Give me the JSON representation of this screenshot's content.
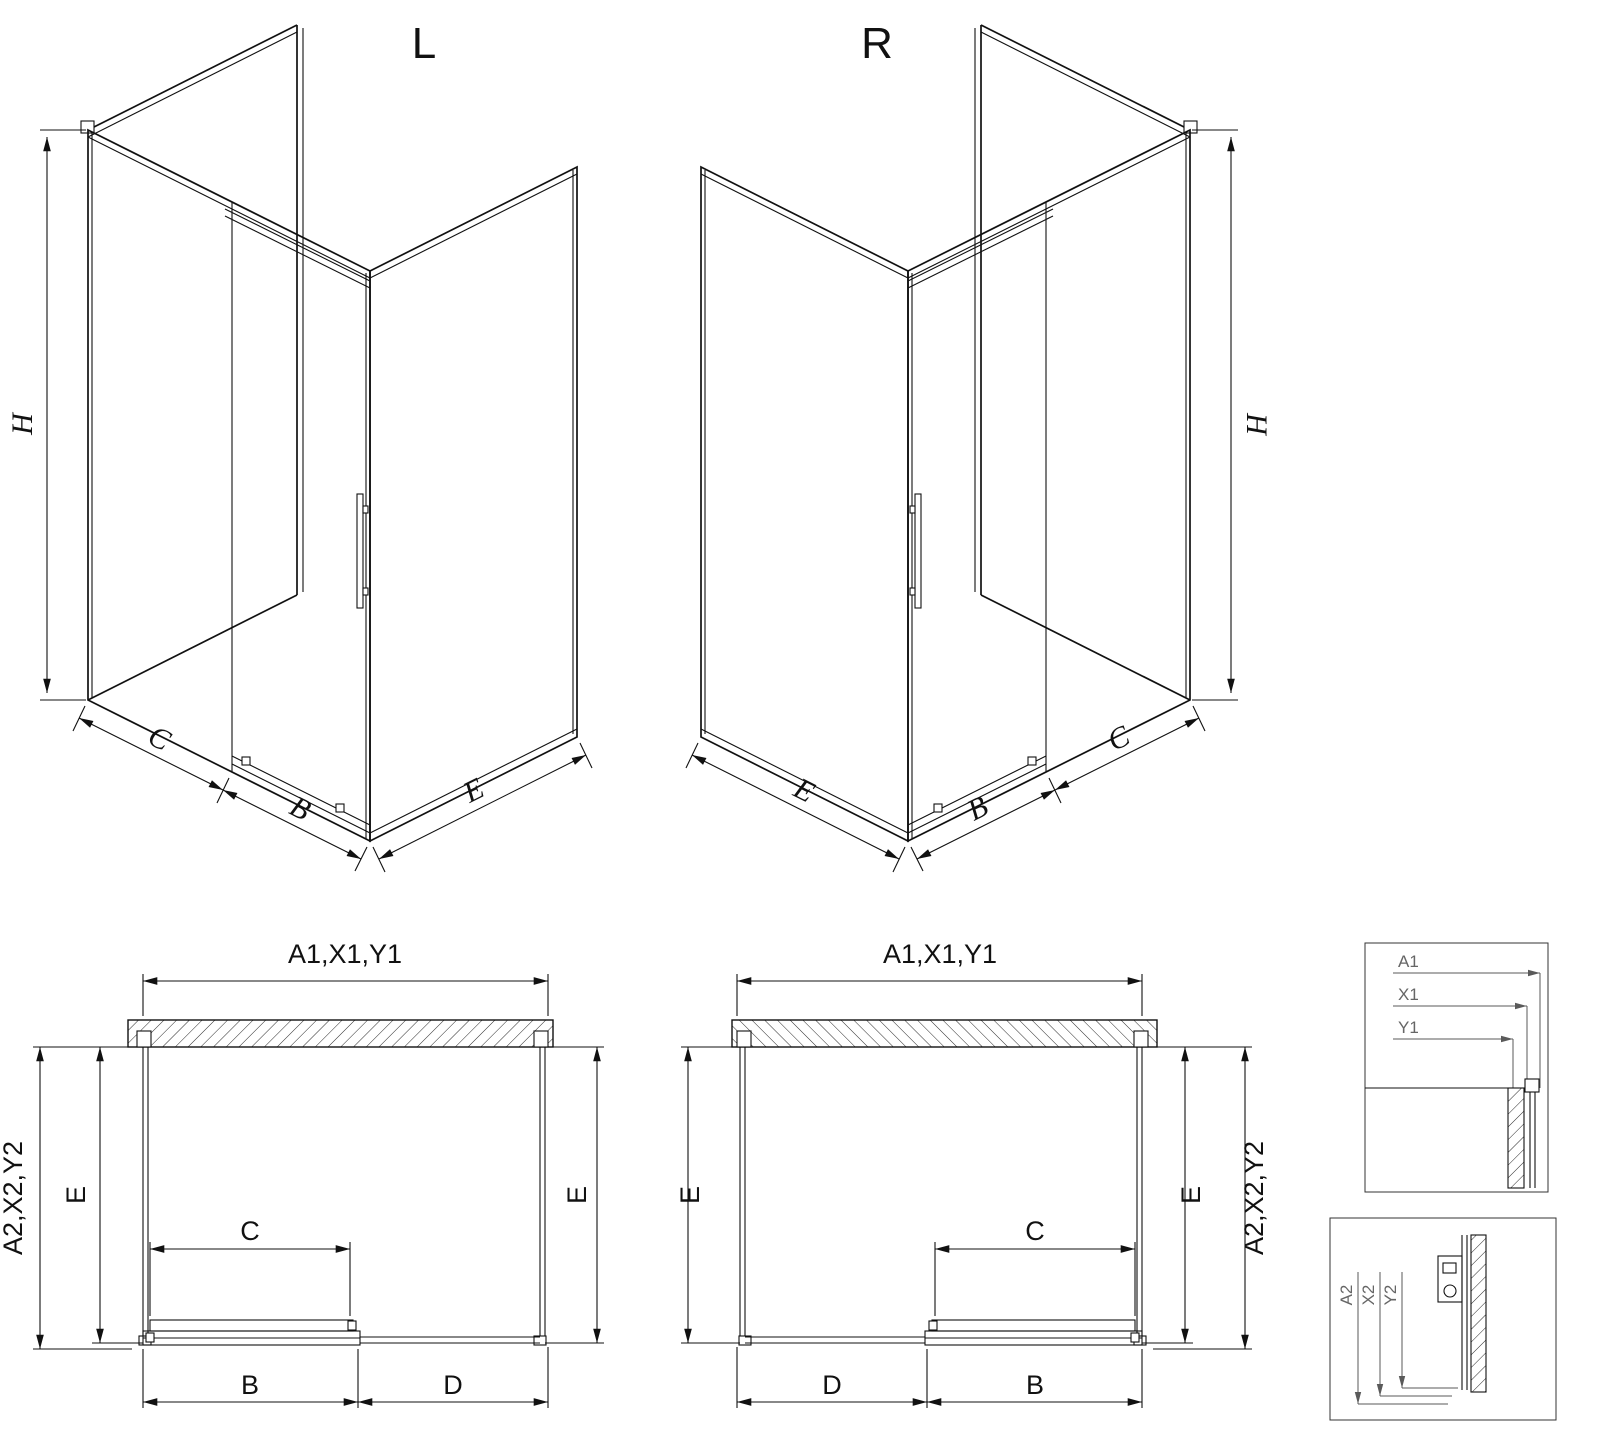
{
  "drawing": {
    "background": "#ffffff",
    "line_color": "#111111",
    "detail_label_color": "#666666"
  },
  "iso_left": {
    "title": "L",
    "h": "H",
    "c": "C",
    "b": "B",
    "e": "E"
  },
  "iso_right": {
    "title": "R",
    "h": "H",
    "c": "C",
    "b": "B",
    "e": "E"
  },
  "plan_left": {
    "width_top": "A1,X1,Y1",
    "depth_left": "A2,X2,Y2",
    "e_left": "E",
    "e_right": "E",
    "c": "C",
    "b": "B",
    "d": "D"
  },
  "plan_right": {
    "width_top": "A1,X1,Y1",
    "depth_right": "A2,X2,Y2",
    "e_left": "E",
    "e_right": "E",
    "c": "C",
    "b": "B",
    "d": "D"
  },
  "detail_top": {
    "a1": "A1",
    "x1": "X1",
    "y1": "Y1"
  },
  "detail_bottom": {
    "a2": "A2",
    "x2": "X2",
    "y2": "Y2"
  }
}
